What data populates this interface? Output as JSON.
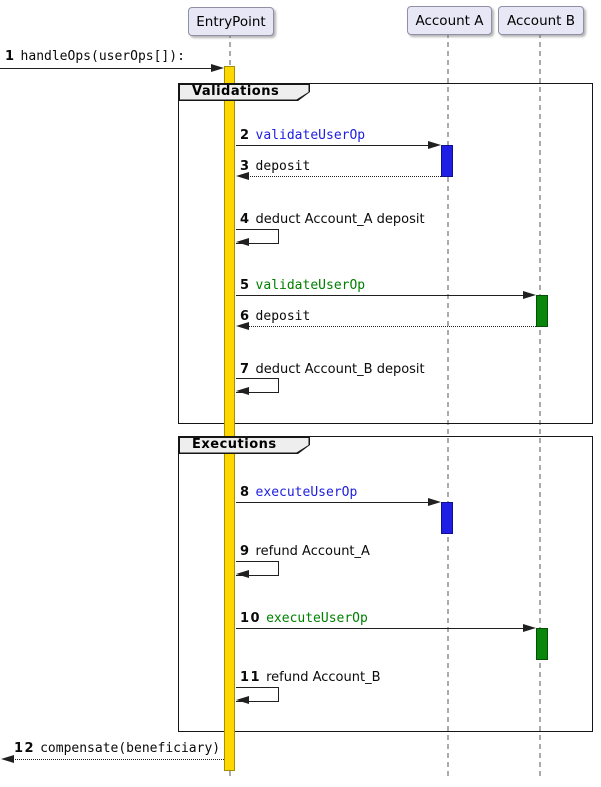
{
  "diagram": {
    "type": "uml-sequence",
    "participants": [
      {
        "label": "EntryPoint"
      },
      {
        "label": "Account A"
      },
      {
        "label": "Account B"
      }
    ],
    "frames": [
      {
        "label": "Validations"
      },
      {
        "label": "Executions"
      }
    ],
    "messages": [
      {
        "num": "1",
        "text": "handleOps(userOps[]):",
        "from": "external",
        "to": "EntryPoint",
        "style": "solid",
        "color": "#0a0a0a"
      },
      {
        "num": "2",
        "text": "validateUserOp",
        "from": "EntryPoint",
        "to": "Account A",
        "style": "solid",
        "color": "#2020e0"
      },
      {
        "num": "3",
        "text": "deposit",
        "from": "Account A",
        "to": "EntryPoint",
        "style": "dotted",
        "color": "#0a0a0a"
      },
      {
        "num": "4",
        "text": "deduct Account_A deposit",
        "from": "EntryPoint",
        "to": "EntryPoint",
        "style": "self",
        "color": "#0a0a0a"
      },
      {
        "num": "5",
        "text": "validateUserOp",
        "from": "EntryPoint",
        "to": "Account B",
        "style": "solid",
        "color": "#008000"
      },
      {
        "num": "6",
        "text": "deposit",
        "from": "Account B",
        "to": "EntryPoint",
        "style": "dotted",
        "color": "#0a0a0a"
      },
      {
        "num": "7",
        "text": "deduct Account_B deposit",
        "from": "EntryPoint",
        "to": "EntryPoint",
        "style": "self",
        "color": "#0a0a0a"
      },
      {
        "num": "8",
        "text": "executeUserOp",
        "from": "EntryPoint",
        "to": "Account A",
        "style": "solid",
        "color": "#2020e0"
      },
      {
        "num": "9",
        "text": "refund Account_A",
        "from": "EntryPoint",
        "to": "EntryPoint",
        "style": "self",
        "color": "#0a0a0a"
      },
      {
        "num": "10",
        "text": "executeUserOp",
        "from": "EntryPoint",
        "to": "Account B",
        "style": "solid",
        "color": "#008000"
      },
      {
        "num": "11",
        "text": "refund Account_B",
        "from": "EntryPoint",
        "to": "EntryPoint",
        "style": "self",
        "color": "#0a0a0a"
      },
      {
        "num": "12",
        "text": "compensate(beneficiary)",
        "from": "EntryPoint",
        "to": "external",
        "style": "dotted",
        "color": "#0a0a0a"
      }
    ],
    "colors": {
      "entrypoint_activation": "#ffd700",
      "account_a_activation": "#1e1ee4",
      "account_b_activation": "#0a870a",
      "blue_message_text": "#2020e0",
      "green_message_text": "#008000",
      "participant_fill": "#e7e7f5",
      "frame_tab_fill": "#eeeeee",
      "line_color": "#202020",
      "lifeline_color": "#ababab"
    }
  }
}
